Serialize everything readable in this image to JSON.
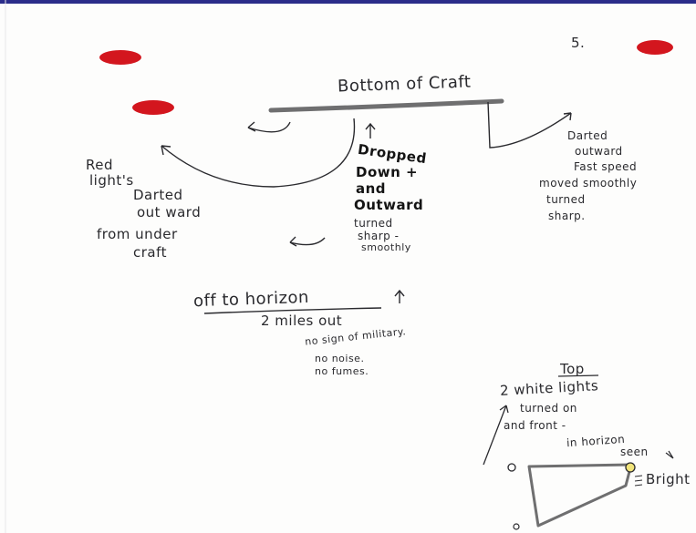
{
  "page_number": "5.",
  "bottom_label": "Bottom of Craft",
  "left_note": [
    "Red",
    "light's",
    "Darted",
    "out ward",
    "from under",
    "craft"
  ],
  "center_note": [
    "Dropped",
    "Down +",
    "and",
    "Outward"
  ],
  "center_sub": [
    "turned",
    "sharp -",
    "smoothly"
  ],
  "right_note": [
    "Darted",
    "outward",
    "Fast speed",
    "moved smoothly",
    "turned",
    "sharp."
  ],
  "horizon": {
    "title": "off to horizon",
    "distance": "2 miles out",
    "notes": [
      "no sign of military.",
      "no noise.",
      "no fumes."
    ]
  },
  "top_section": {
    "title": "Top",
    "lines": [
      "2 white lights",
      "turned on",
      "and front -",
      "in horizon",
      "seen"
    ],
    "bright_label": "Bright"
  },
  "colors": {
    "red_light": "#d3161e",
    "ink": "#2a2a2e",
    "pencil": "#6f6f70",
    "border": "#2b2d8a",
    "yellow_dot": "#f1e47a"
  }
}
